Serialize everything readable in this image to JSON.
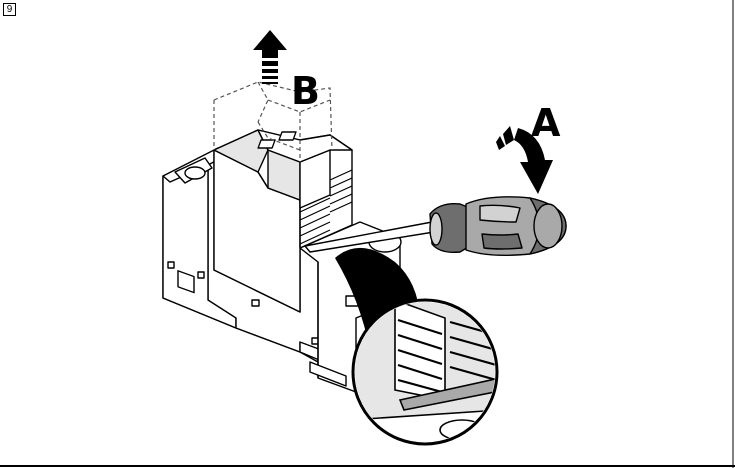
{
  "figure": {
    "step_number": "9"
  },
  "callouts": {
    "a": "A",
    "b": "B"
  },
  "colors": {
    "ink": "#000000",
    "body_fill": "#ffffff",
    "shade": "#e6e6e6",
    "handle_dark": "#6e6e6e",
    "handle_mid": "#a9a9a9",
    "handle_light": "#d2d2d2",
    "frame": "#000000"
  },
  "icons": {
    "arrow_a": "curved-down-arrow",
    "arrow_b": "up-arrow",
    "tool": "screwdriver"
  }
}
